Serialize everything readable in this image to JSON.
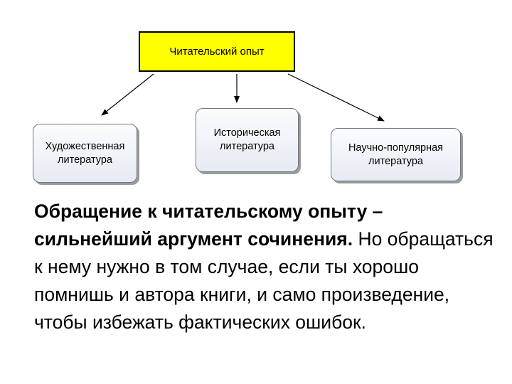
{
  "diagram": {
    "root": {
      "label": "Читательский опыт"
    },
    "children": [
      {
        "label": "Художественная литература"
      },
      {
        "label": "Историческая литература"
      },
      {
        "label": "Научно-популярная литература"
      }
    ]
  },
  "body_text": {
    "bold_part": "Обращение к читательскому опыту – сильнейший аргумент сочинения.",
    "regular_part": " Но обращаться к нему нужно в том случае, если ты хорошо помнишь и автора книги, и само произведение, чтобы избежать фактических  ошибок."
  },
  "colors": {
    "root_fill": "#ffff00",
    "child_fill": "#eef1f7",
    "child_border": "#6e7683",
    "text": "#000000"
  }
}
